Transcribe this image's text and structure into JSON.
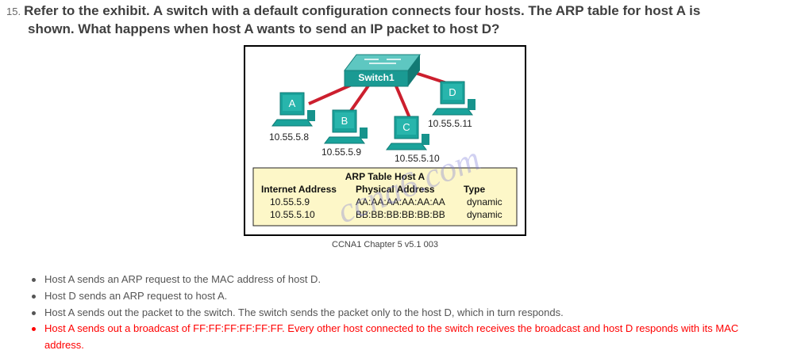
{
  "question": {
    "number": "15.",
    "line1": "Refer to the exhibit. A switch with a default configuration connects four hosts. The ARP table for host A is",
    "line2": "shown. What happens when host A wants to send an IP packet to host D?"
  },
  "exhibit": {
    "switch_label": "Switch1",
    "hosts": [
      {
        "id": "A",
        "ip": "10.55.5.8"
      },
      {
        "id": "B",
        "ip": "10.55.5.9"
      },
      {
        "id": "C",
        "ip": "10.55.5.10"
      },
      {
        "id": "D",
        "ip": "10.55.5.11"
      }
    ],
    "arp_table": {
      "title": "ARP Table Host A",
      "headers": [
        "Internet Address",
        "Physical Address",
        "Type"
      ],
      "rows": [
        [
          "10.55.5.9",
          "AA:AA:AA:AA:AA:AA",
          "dynamic"
        ],
        [
          "10.55.5.10",
          "BB:BB:BB:BB:BB:BB",
          "dynamic"
        ]
      ]
    },
    "watermark": "ccna6.com",
    "caption": "CCNA1 Chapter 5 v5.1 003"
  },
  "answers": [
    {
      "text": "Host A sends an ARP request to the MAC address of host D.",
      "correct": false
    },
    {
      "text": "Host D sends an ARP request to host A.",
      "correct": false
    },
    {
      "text": "Host A sends out the packet to the switch. The switch sends the packet only to the host D, which in turn responds.",
      "correct": false
    },
    {
      "text": "Host A sends out a broadcast of FF:FF:FF:FF:FF:FF. Every other host connected to the switch receives the broadcast and host D responds with its MAC address.",
      "correct": true
    }
  ],
  "colors": {
    "link": "#cc1f2e",
    "switch": "#1a9a93",
    "host": "#1aa39b",
    "arp_bg": "#fdf7c8",
    "correct": "#ff0000"
  }
}
